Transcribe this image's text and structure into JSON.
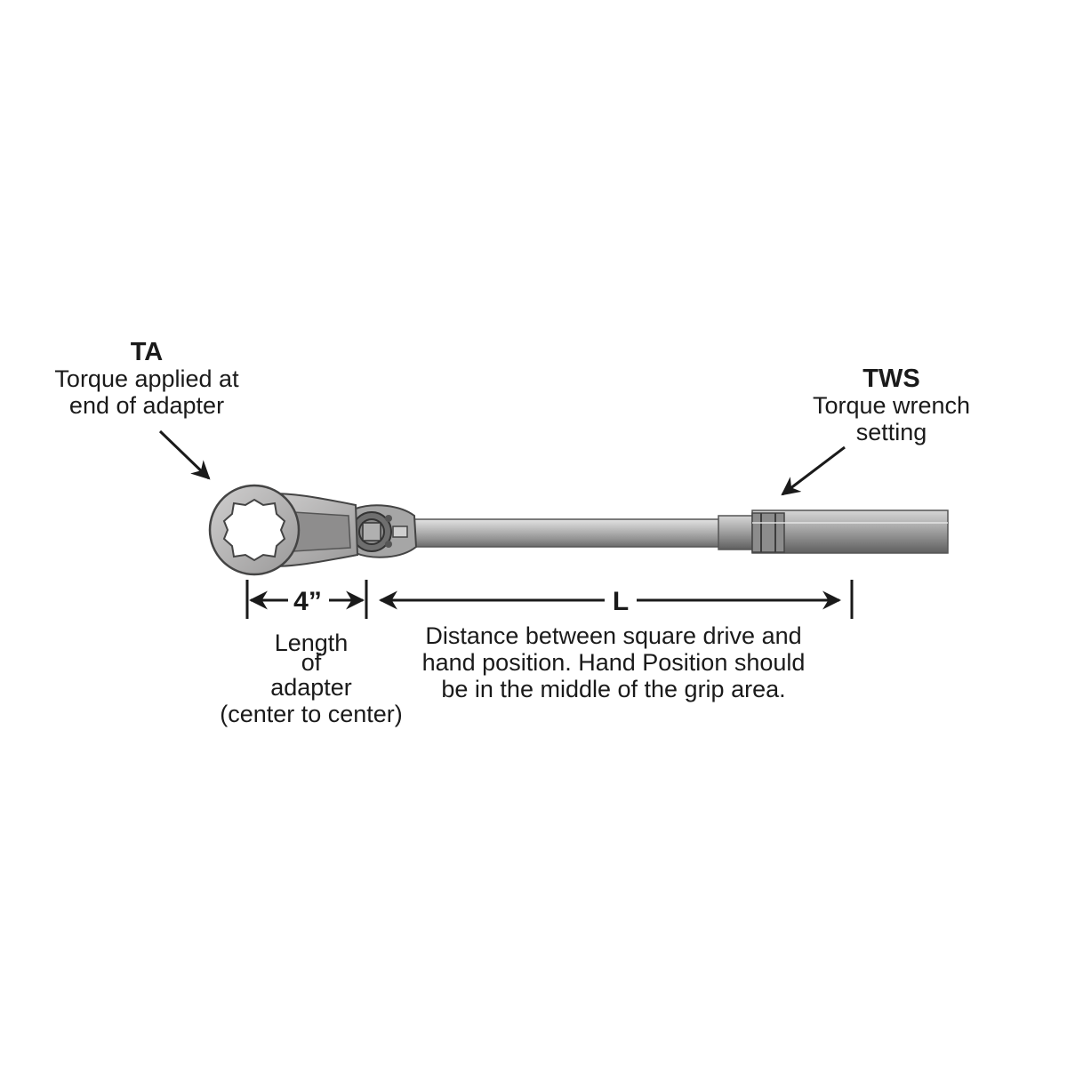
{
  "ta": {
    "abbr": "TA",
    "line1": "Torque applied at",
    "line2": "end of adapter"
  },
  "tws": {
    "abbr": "TWS",
    "line1": "Torque wrench",
    "line2": "setting"
  },
  "dimension_adapter": {
    "value": "4”",
    "caption_lines": [
      "Length",
      "of",
      "adapter",
      "(center to center)"
    ]
  },
  "dimension_l": {
    "value": "L",
    "caption_lines": [
      "Distance between square drive and",
      "hand position. Hand Position should",
      "be in the middle of the grip area."
    ]
  },
  "colors": {
    "ink": "#1a1a1a",
    "steel_light": "#c9c9c9",
    "steel_mid": "#a6a6a6",
    "steel_dark": "#6e6e6e"
  }
}
